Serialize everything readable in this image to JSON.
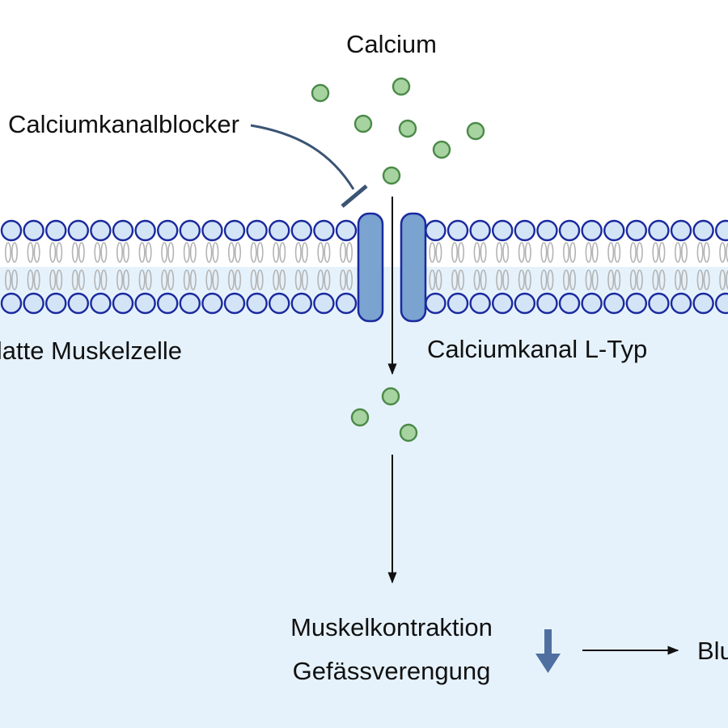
{
  "labels": {
    "calcium": "Calcium",
    "blocker": "Calciumkanalblocker",
    "cell": "glatte Muskelzelle",
    "channel": "Calciumkanal L-Typ",
    "contraction": "Muskelkontraktion",
    "vasoconstriction": "Gefässverengung",
    "result": "Blutdruck"
  },
  "colors": {
    "intracellular": "#e6f2fb",
    "extracellular": "#ffffff",
    "lipid_head_fill": "#d4e4f7",
    "lipid_head_stroke": "#1a2a9e",
    "lipid_tail": "#b4b4b4",
    "channel_fill": "#7aa3d0",
    "channel_stroke": "#1a2a9e",
    "calcium_fill": "#a7d3a0",
    "calcium_stroke": "#4a8a48",
    "blocker_line": "#3b5475",
    "decrease_arrow": "#4e6fa0"
  },
  "icons": {
    "decrease": "down-arrow-icon"
  }
}
